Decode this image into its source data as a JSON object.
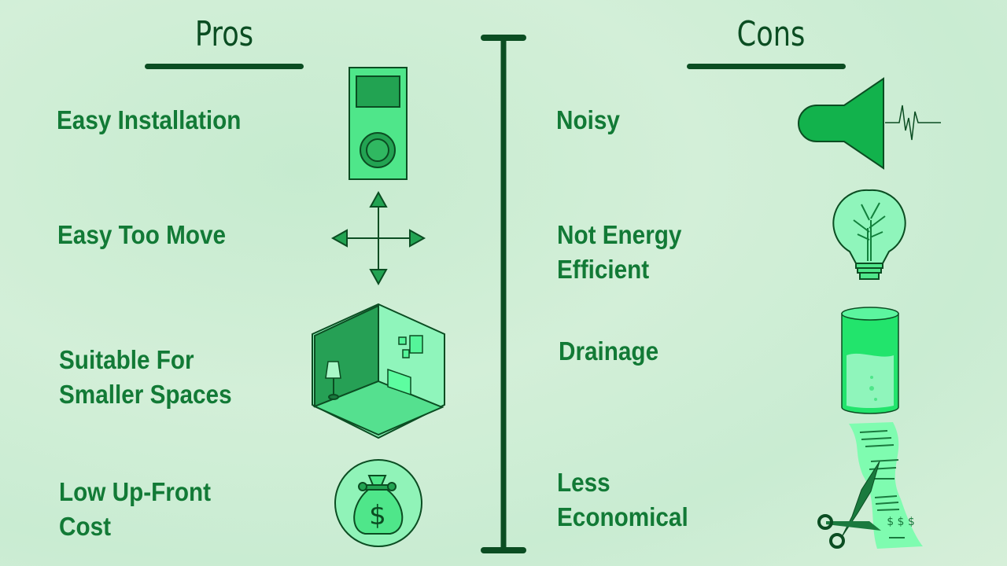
{
  "pros": {
    "title": "Pros",
    "items": [
      {
        "label": "Easy Installation",
        "icon": "portable-ac-icon"
      },
      {
        "label": "Easy Too Move",
        "icon": "move-arrows-icon"
      },
      {
        "label": "Suitable For\nSmaller Spaces",
        "lines": [
          "Suitable For",
          "Smaller Spaces"
        ],
        "icon": "room-icon"
      },
      {
        "label": "Low Up-Front Cost",
        "lines": [
          "Low Up-Front",
          "Cost"
        ],
        "icon": "money-bag-icon"
      }
    ]
  },
  "cons": {
    "title": "Cons",
    "items": [
      {
        "label": "Noisy",
        "icon": "speaker-icon"
      },
      {
        "label": "Not Energy Efficient",
        "lines": [
          "Not Energy",
          "Efficient"
        ],
        "icon": "lightbulb-icon"
      },
      {
        "label": "Drainage",
        "icon": "water-tank-icon"
      },
      {
        "label": "Less Economical",
        "lines": [
          "Less",
          "Economical"
        ],
        "icon": "receipt-scissors-icon"
      }
    ]
  },
  "receipt_text": "$ $ $",
  "money_symbol": "$",
  "colors": {
    "text": "#127a36",
    "dark": "#0b4d22",
    "green": "#20c060",
    "light": "#8ff5bb"
  }
}
